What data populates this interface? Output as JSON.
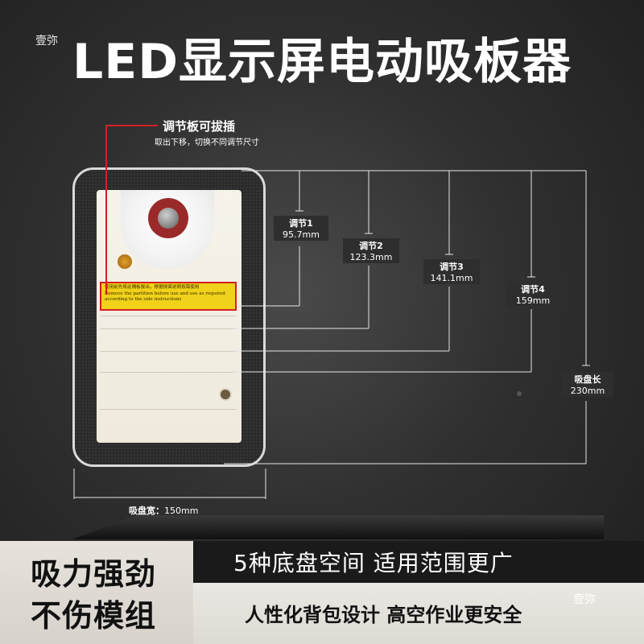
{
  "watermark": "壹弥",
  "headline": "LED显示屏电动吸板器",
  "callout": {
    "title": "调节板可拔插",
    "subtitle": "取出下移，切换不同调节尺寸"
  },
  "label_sticker": {
    "line1": "使用前先将此隔板拔出，根据侧面说明按需使用",
    "line2": "Remove the partition before use and use as required",
    "line3": "according to the side instructions"
  },
  "dimensions": [
    {
      "label": "调节1",
      "value": "95.7mm"
    },
    {
      "label": "调节2",
      "value": "123.3mm"
    },
    {
      "label": "调节3",
      "value": "141.1mm"
    },
    {
      "label": "调节4",
      "value": "159mm"
    },
    {
      "label": "吸盘长",
      "value": "230mm"
    }
  ],
  "width_dimension": {
    "label": "吸盘宽：",
    "value": "150mm"
  },
  "banner": {
    "left_line1": "吸力强劲",
    "left_line2": "不伤模组",
    "right_top": "5种底盘空间  适用范围更广",
    "right_bottom": "人性化背包设计  高空作业更安全"
  },
  "colors": {
    "highlight_red": "#d42020",
    "label_yellow": "#f0d21a"
  }
}
